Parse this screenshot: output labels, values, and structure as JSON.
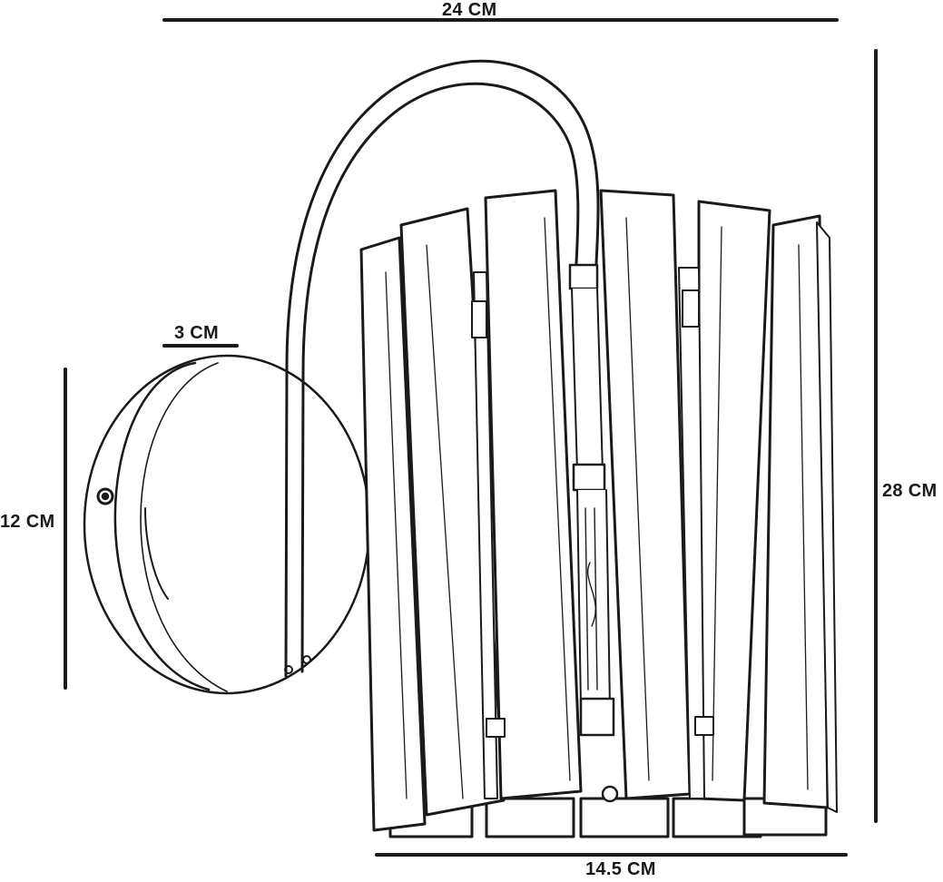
{
  "dimensions": {
    "overall_width": "24 CM",
    "wall_plate_depth": "3 CM",
    "wall_plate_diameter": "12 CM",
    "overall_height": "28 CM",
    "shade_width": "14.5 CM"
  },
  "colors": {
    "line": "#1a1a1a",
    "fill": "#ffffff"
  }
}
